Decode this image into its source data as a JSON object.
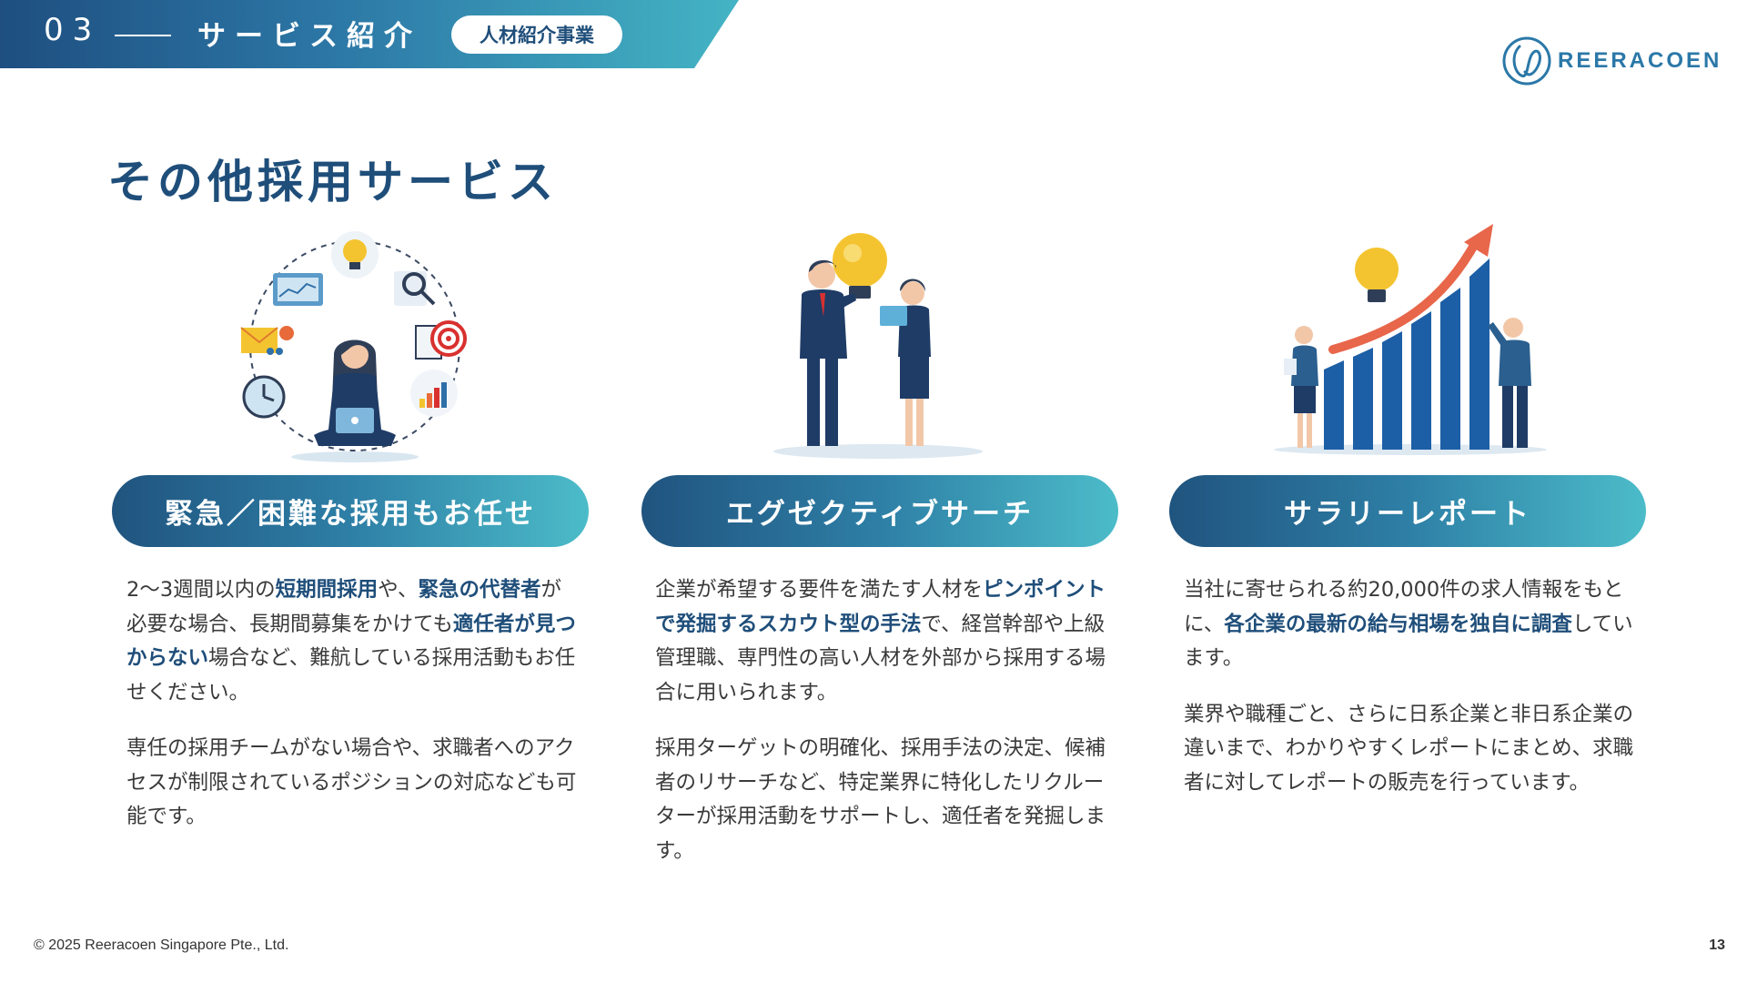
{
  "header": {
    "section_number": "03",
    "section_title": "サービス紹介",
    "tag": "人材紹介事業"
  },
  "logo": {
    "text": "REERACOEN"
  },
  "page_title": "その他採用サービス",
  "columns": [
    {
      "heading": "緊急／困難な採用もお任せ",
      "paragraphs": [
        [
          {
            "t": "2〜3週間以内の",
            "hl": false
          },
          {
            "t": "短期間採用",
            "hl": true
          },
          {
            "t": "や、",
            "hl": false
          },
          {
            "t": "緊急の代替者",
            "hl": true
          },
          {
            "t": "が必要な場合、長期間募集をかけても",
            "hl": false
          },
          {
            "t": "適任者が見つからない",
            "hl": true
          },
          {
            "t": "場合など、難航している採用活動もお任せください。",
            "hl": false
          }
        ],
        [
          {
            "t": "専任の採用チームがない場合や、求職者へのアクセスが制限されているポジションの対応なども可能です。",
            "hl": false
          }
        ]
      ]
    },
    {
      "heading": "エグゼクティブサーチ",
      "paragraphs": [
        [
          {
            "t": "企業が希望する要件を満たす人材を",
            "hl": false
          },
          {
            "t": "ピンポイントで発掘するスカウト型の手法",
            "hl": true
          },
          {
            "t": "で、経営幹部や上級管理職、専門性の高い人材を外部から採用する場合に用いられます。",
            "hl": false
          }
        ],
        [
          {
            "t": "採用ターゲットの明確化、採用手法の決定、候補者のリサーチなど、特定業界に特化したリクルーターが採用活動をサポートし、適任者を発掘します。",
            "hl": false
          }
        ]
      ]
    },
    {
      "heading": "サラリーレポート",
      "paragraphs": [
        [
          {
            "t": "当社に寄せられる約20,000件の求人情報をもとに、",
            "hl": false
          },
          {
            "t": "各企業の最新の給与相場を独自に調査",
            "hl": true
          },
          {
            "t": "しています。",
            "hl": false
          }
        ],
        [
          {
            "t": "業界や職種ごと、さらに日系企業と非日系企業の違いまで、わかりやすくレポートにまとめ、求職者に対してレポートの販売を行っています。",
            "hl": false
          }
        ]
      ]
    }
  ],
  "icons": [
    "recruiter-circle-illustration",
    "lightbulb-business-people-illustration",
    "growth-chart-illustration"
  ],
  "footer": {
    "copyright": "© 2025 Reeracoen Singapore Pte., Ltd.",
    "page_number": "13"
  },
  "colors": {
    "brand_navy": "#1f4e7a",
    "brand_teal": "#44b4c4",
    "text": "#3a3a3a"
  }
}
